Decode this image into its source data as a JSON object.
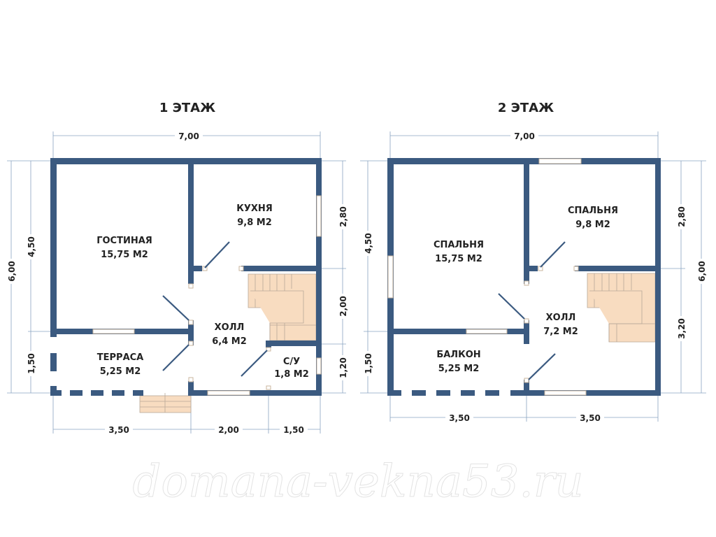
{
  "floor1": {
    "title": "1 ЭТАЖ",
    "width_dim": "7,00",
    "left_dims": [
      "6,00",
      "4,50",
      "1,50"
    ],
    "right_dims": [
      "2,80",
      "2,00",
      "1,20"
    ],
    "bottom_dims": [
      "3,50",
      "2,00",
      "1,50"
    ],
    "rooms": [
      {
        "name": "ГОСТИНАЯ",
        "area": "15,75 М2"
      },
      {
        "name": "КУХНЯ",
        "area": "9,8 М2"
      },
      {
        "name": "ХОЛЛ",
        "area": "6,4 М2"
      },
      {
        "name": "ТЕРРАСА",
        "area": "5,25 М2"
      },
      {
        "name": "С/У",
        "area": "1,8 М2"
      }
    ]
  },
  "floor2": {
    "title": "2 ЭТАЖ",
    "width_dim": "7,00",
    "left_dims": [
      "4,50",
      "1,50"
    ],
    "right_dims": [
      "6,00",
      "2,80",
      "3,20"
    ],
    "bottom_dims": [
      "3,50",
      "3,50"
    ],
    "rooms": [
      {
        "name": "СПАЛЬНЯ",
        "area": "15,75 М2"
      },
      {
        "name": "СПАЛЬНЯ",
        "area": "9,8 М2"
      },
      {
        "name": "ХОЛЛ",
        "area": "7,2 М2"
      },
      {
        "name": "БАЛКОН",
        "area": "5,25 М2"
      }
    ]
  },
  "watermark": "domana-vekna53.ru",
  "colors": {
    "wall": "#3b5a80",
    "stairs": "#f8dcc0"
  }
}
